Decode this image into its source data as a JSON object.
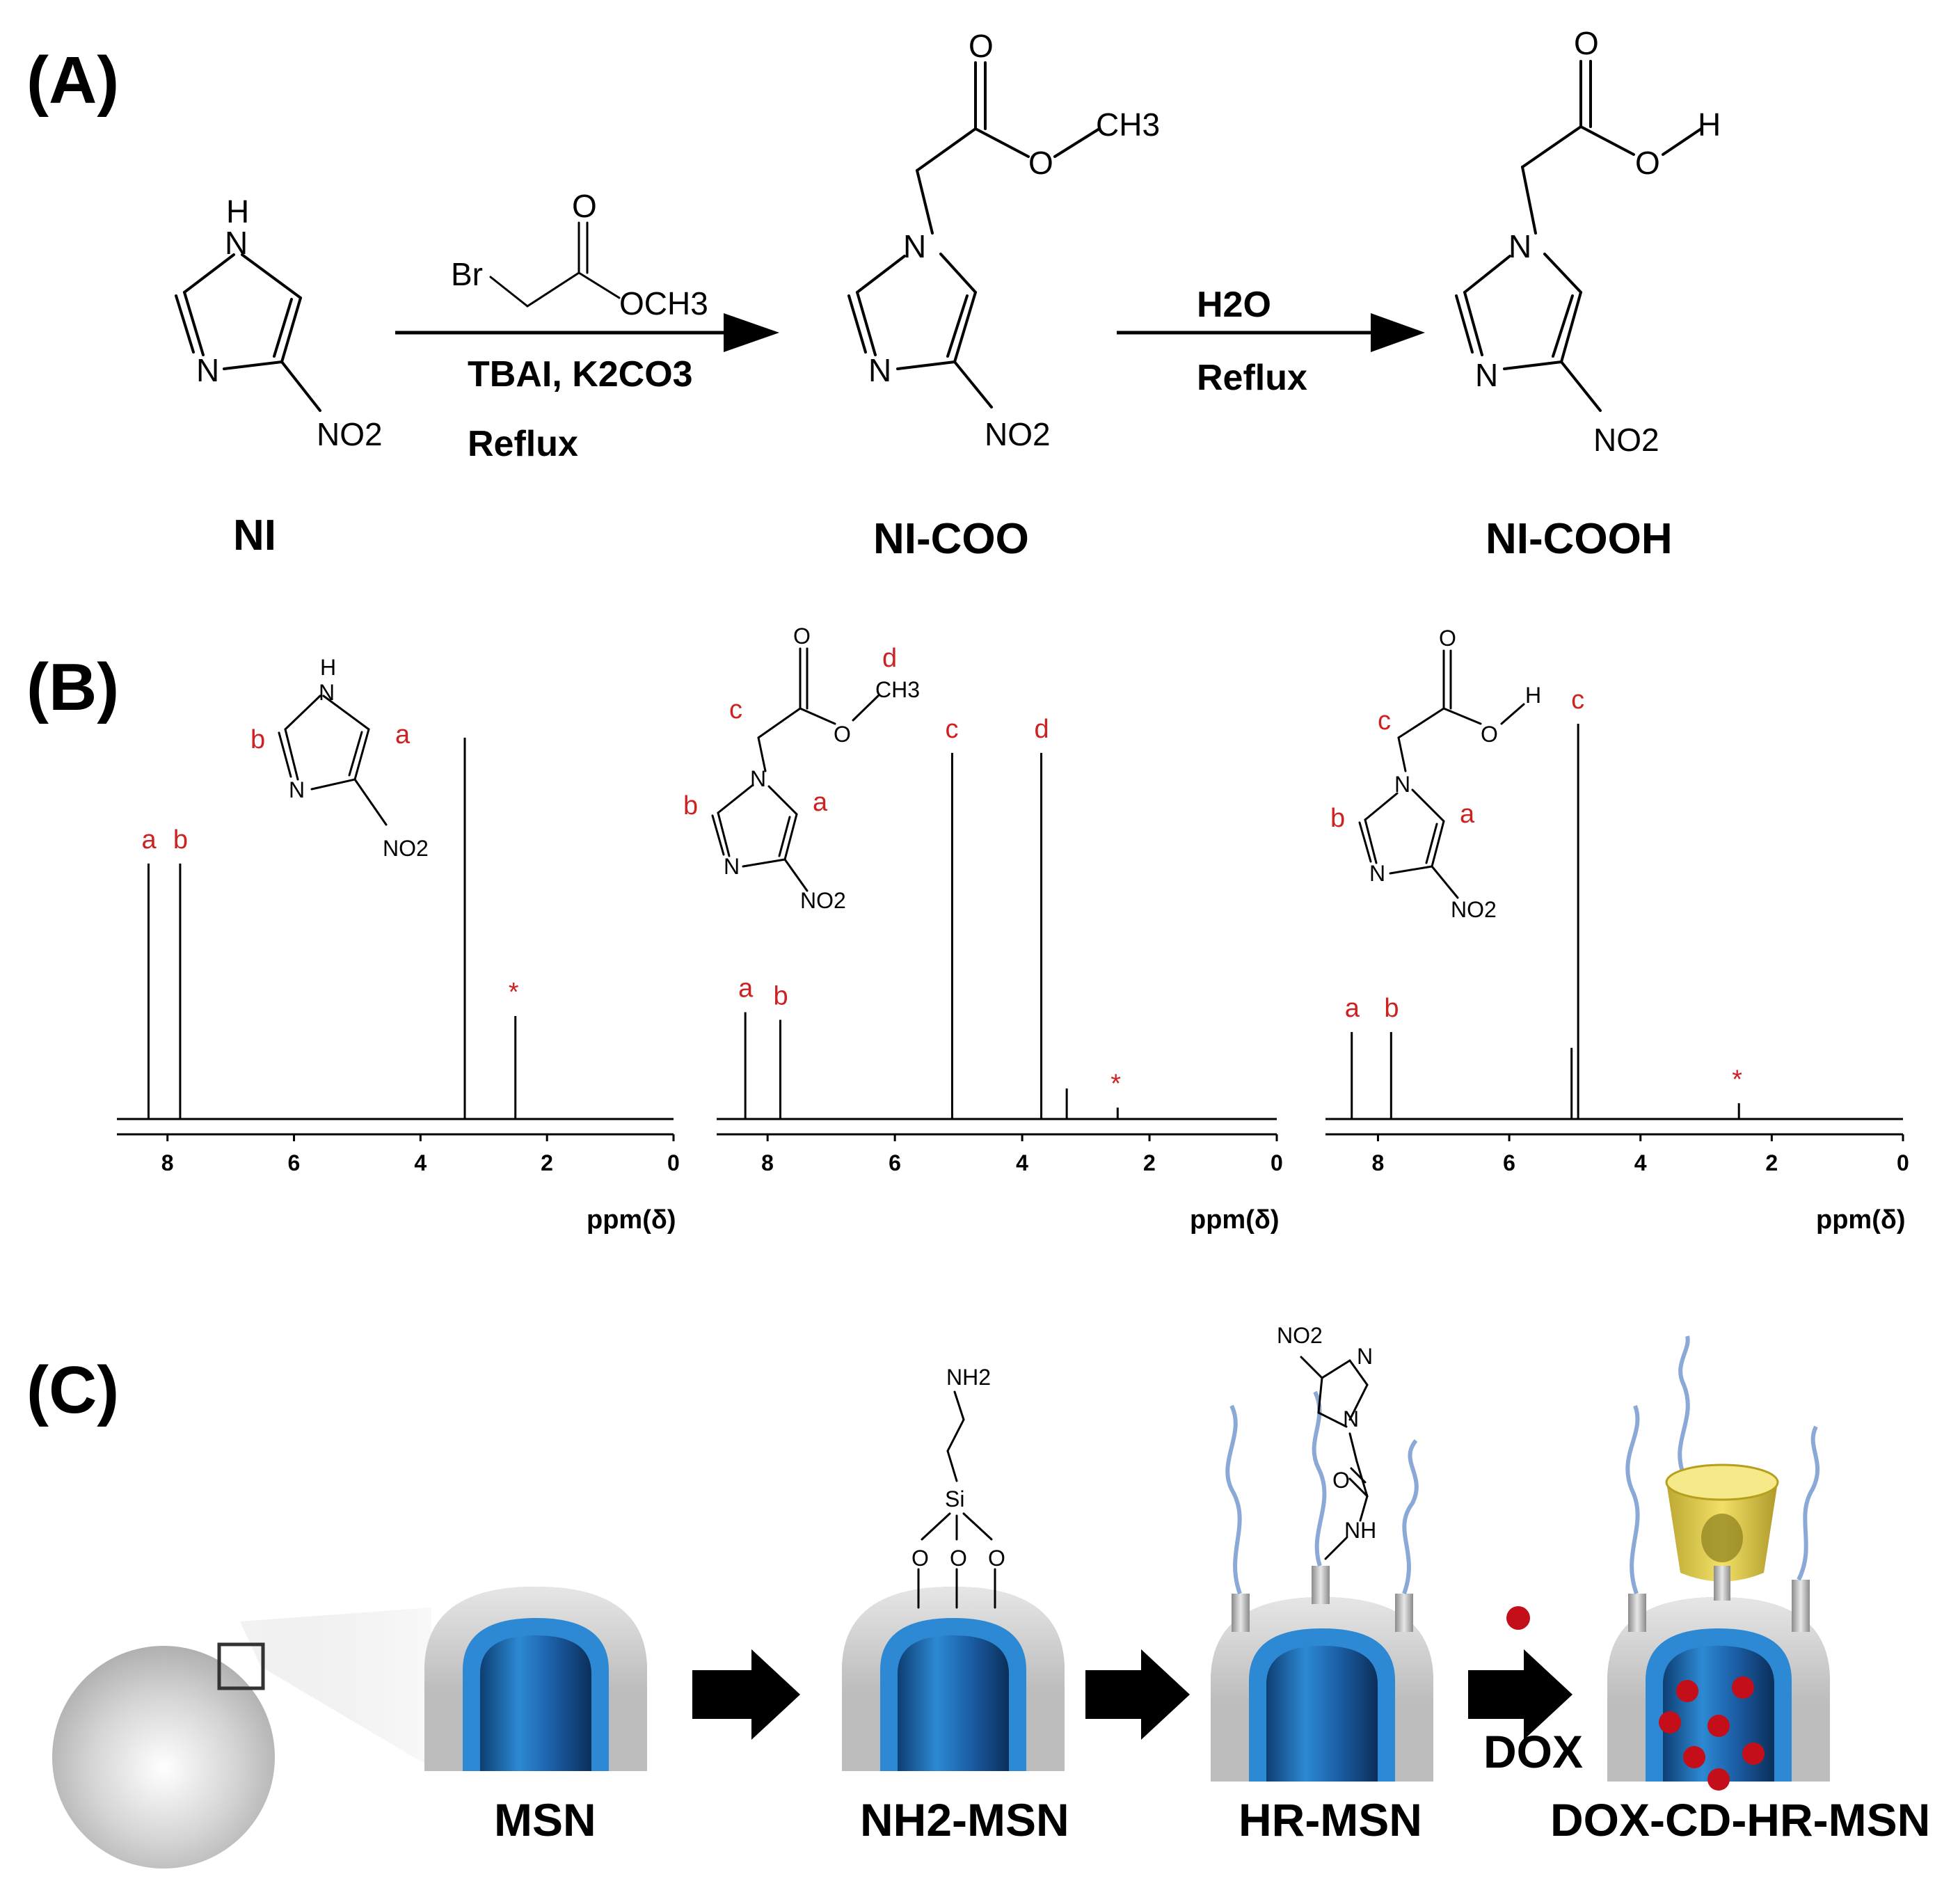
{
  "panels": {
    "a": "(A)",
    "b": "(B)",
    "c": "(C)"
  },
  "scheme": {
    "reagent_top": {
      "br": "Br",
      "o": "O",
      "och3": "OCH3"
    },
    "step1_conditions": [
      "TBAI, K2CO3",
      "Reflux"
    ],
    "step2_conditions": [
      "H2O",
      "Reflux"
    ],
    "compounds": [
      "NI",
      "NI-COO",
      "NI-COOH"
    ],
    "atoms": {
      "n": "N",
      "h": "H",
      "nh": "H",
      "no2": "NO2",
      "o": "O",
      "ch3": "CH3"
    }
  },
  "nmr": {
    "x_label": "ppm(δ)",
    "x_ticks": [
      "8",
      "6",
      "4",
      "2",
      "0"
    ],
    "spectra": [
      {
        "compound": "NI",
        "peaks": [
          {
            "ppm": 8.3,
            "height": 0.67,
            "label": "a"
          },
          {
            "ppm": 7.8,
            "height": 0.67,
            "label": "b"
          },
          {
            "ppm": 3.3,
            "height": 1.0,
            "label": ""
          },
          {
            "ppm": 2.5,
            "height": 0.27,
            "label": "*"
          }
        ]
      },
      {
        "compound": "NI-COO",
        "peaks": [
          {
            "ppm": 8.35,
            "height": 0.28,
            "label": "a"
          },
          {
            "ppm": 7.8,
            "height": 0.26,
            "label": "b"
          },
          {
            "ppm": 5.1,
            "height": 0.96,
            "label": "c"
          },
          {
            "ppm": 3.7,
            "height": 0.96,
            "label": "d"
          },
          {
            "ppm": 3.3,
            "height": 0.08,
            "label": ""
          },
          {
            "ppm": 2.5,
            "height": 0.03,
            "label": "*"
          }
        ]
      },
      {
        "compound": "NI-COOH",
        "peaks": [
          {
            "ppm": 8.4,
            "height": 0.22,
            "label": "a"
          },
          {
            "ppm": 7.8,
            "height": 0.22,
            "label": "b"
          },
          {
            "ppm": 5.05,
            "height": 0.18,
            "label": ""
          },
          {
            "ppm": 4.95,
            "height": 1.0,
            "label": "c"
          },
          {
            "ppm": 2.5,
            "height": 0.04,
            "label": "*"
          }
        ]
      }
    ],
    "labels": {
      "a": "a",
      "b": "b",
      "c": "c",
      "d": "d",
      "star": "*"
    }
  },
  "materials": {
    "labels": [
      "MSN",
      "NH2-MSN",
      "HR-MSN",
      "DOX-CD-HR-MSN"
    ],
    "dox_label": "DOX",
    "atoms": {
      "nh2": "NH2",
      "si": "Si",
      "o": "O",
      "nh": "NH",
      "no2": "NO2",
      "n": "N"
    },
    "colors": {
      "pore": "#1f6fb5",
      "pore_light": "#5aa7e6",
      "shell": "#bdbdbd",
      "dox": "#c40e1a",
      "cyclodextrin": "#e6cf3a",
      "peg": "#8aa9d6"
    }
  }
}
